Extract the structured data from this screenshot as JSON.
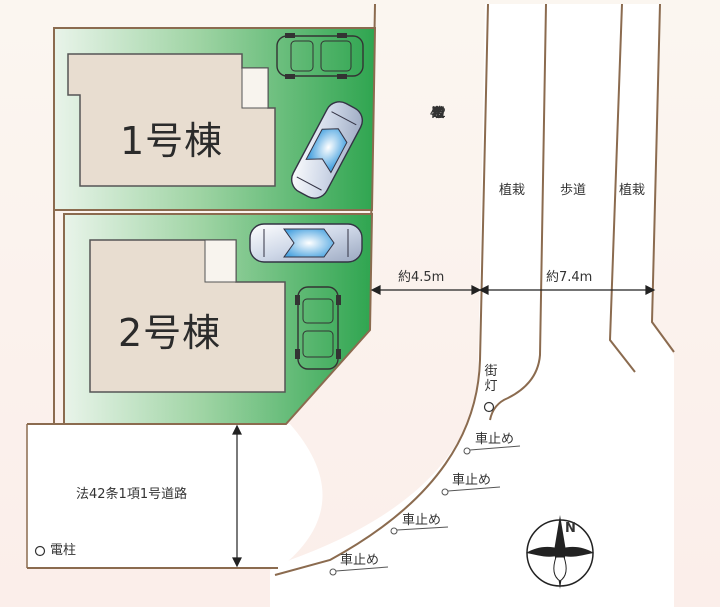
{
  "buildings": {
    "b1": "1号棟",
    "b2": "2号棟"
  },
  "roads": {
    "vertical": [
      "法",
      "42",
      "条",
      "1",
      "項",
      "1",
      "号",
      "道",
      "路"
    ],
    "bottom": "法42条1項1号道路"
  },
  "measures": {
    "road_width": "約4.5m",
    "street_width": "約7.4m"
  },
  "strips": {
    "planting_left": "植栽",
    "sidewalk": "歩道",
    "planting_right": "植栽"
  },
  "streetlight": [
    "街",
    "灯"
  ],
  "wheel_stops": [
    "車止め",
    "車止め",
    "車止め",
    "車止め"
  ],
  "utility_pole": "電柱",
  "compass": {
    "north": "N"
  },
  "colors": {
    "lot_green": "#2fa550",
    "building": "#e8ddd0",
    "road": "#ffffff",
    "line": "#8b6b4f"
  }
}
